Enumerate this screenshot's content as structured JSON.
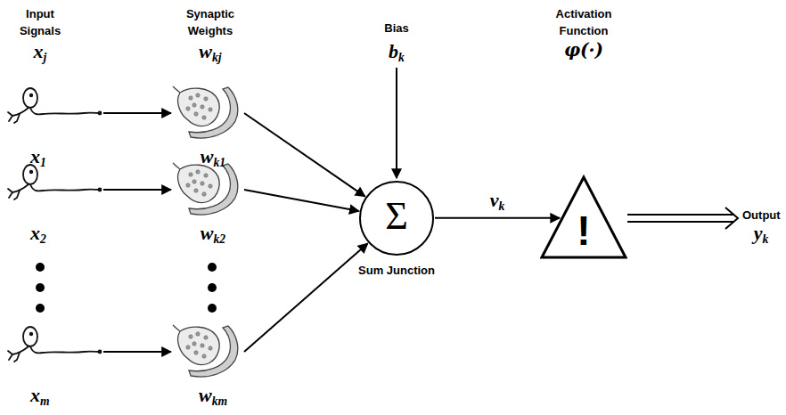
{
  "diagram": {
    "nodes": [
      {
        "text": [
          "x1"
        ]
      },
      {
        "text": [
          "wk1"
        ]
      },
      {
        "text": [
          "x2"
        ]
      },
      {
        "text": [
          "wk2"
        ]
      },
      {
        "text": [
          "xm"
        ]
      },
      {
        "text": [
          "wkm"
        ]
      },
      {
        "text": [
          "Σ",
          "Sum Junction"
        ]
      },
      {
        "text": [
          "!"
        ]
      }
    ],
    "edges": [
      {
        "from": 0,
        "to": 1,
        "arrow": "to"
      },
      {
        "from": 2,
        "to": 3,
        "arrow": "to"
      },
      {
        "from": 4,
        "to": 5,
        "arrow": "to"
      },
      {
        "from": 1,
        "to": 6,
        "arrow": "to"
      },
      {
        "from": 3,
        "to": 6,
        "arrow": "to"
      },
      {
        "from": 5,
        "to": 6,
        "arrow": "to"
      },
      {
        "from": 6,
        "to": 7,
        "label": "vk",
        "arrow": "to"
      }
    ],
    "labels": [
      "Input Signals",
      "xj",
      "Synaptic Weights",
      "wkj",
      "Bias",
      "bk",
      "Activation Function",
      "φ(·)",
      "Output",
      "yk"
    ]
  }
}
